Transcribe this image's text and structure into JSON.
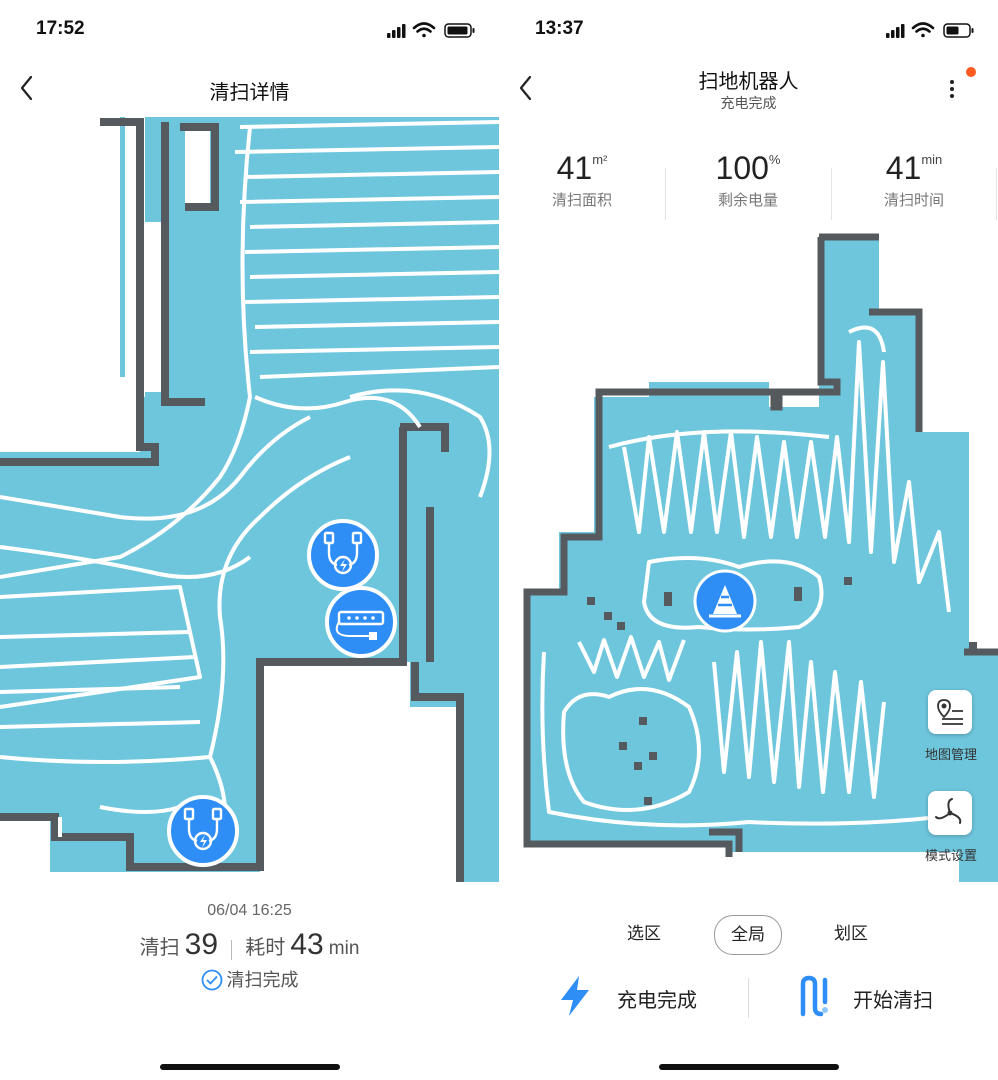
{
  "left": {
    "status": {
      "time": "17:52"
    },
    "nav": {
      "title": "清扫详情"
    },
    "summary": {
      "date": "06/04 16:25",
      "area_label": "清扫",
      "area_value": "39",
      "time_label": "耗时",
      "time_value": "43",
      "time_unit": "min",
      "status": "清扫完成"
    }
  },
  "right": {
    "status": {
      "time": "13:37"
    },
    "nav": {
      "title": "扫地机器人",
      "subtitle": "充电完成"
    },
    "stats": [
      {
        "value": "41",
        "unit": "m²",
        "label": "清扫面积"
      },
      {
        "value": "100",
        "unit": "%",
        "label": "剩余电量"
      },
      {
        "value": "41",
        "unit": "min",
        "label": "清扫时间"
      }
    ],
    "side_buttons": {
      "map_manage": "地图管理",
      "mode_settings": "模式设置"
    },
    "modes": {
      "select_area": "选区",
      "global": "全局",
      "draw_area": "划区"
    },
    "actions": {
      "charge": "充电完成",
      "start": "开始清扫"
    }
  },
  "colors": {
    "map_fill": "#6ec6dd",
    "wall": "#555a5e",
    "path": "#ffffff",
    "icon_blue": "#2f8ef5",
    "badge": "#ff5a1f"
  },
  "icons": {
    "charger": "charging-cable-icon",
    "power_strip": "power-strip-icon",
    "warning_cone": "cone-icon",
    "lightning": "lightning-icon",
    "start_clean": "clean-path-icon"
  }
}
